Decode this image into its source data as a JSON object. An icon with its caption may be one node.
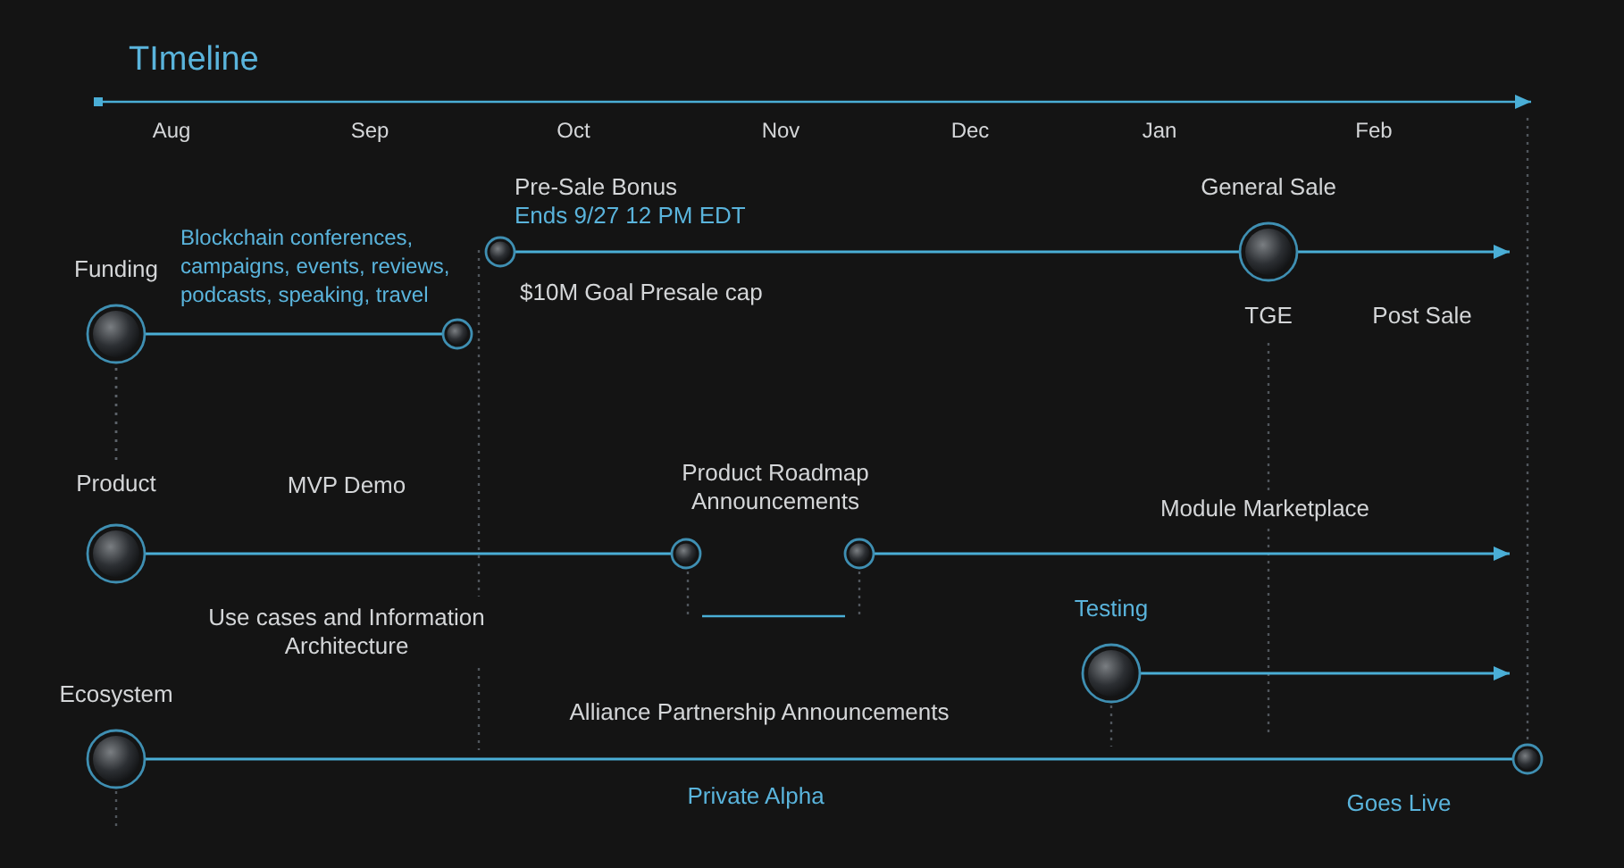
{
  "diagram": {
    "title": "TImeline",
    "nodes": [
      {
        "text": [
          "Funding"
        ]
      },
      {
        "text": [],
        "shape": "circle"
      },
      {
        "text": [
          "Pre-Sale Bonus",
          "Ends 9/27 12 PM EDT"
        ]
      },
      {
        "text": [
          "General Sale"
        ],
        "beside": [
          "TGE"
        ]
      },
      {
        "text": [
          "Product"
        ]
      },
      {
        "text": [],
        "shape": "circle"
      },
      {
        "text": [],
        "shape": "circle"
      },
      {
        "text": [
          "Testing"
        ]
      },
      {
        "text": [
          "Ecosystem"
        ]
      },
      {
        "text": [
          "Goes Live"
        ]
      }
    ],
    "edges": [
      {
        "from": 0,
        "to": 1,
        "arrow": "none",
        "label": "Blockchain conferences, campaigns, events, reviews, podcasts, speaking, travel"
      },
      {
        "from": 2,
        "to": 3,
        "arrow": "none",
        "label": "$10M Goal Presale cap"
      },
      {
        "from": 3,
        "to": null,
        "arrow": "to",
        "label": "Post Sale"
      },
      {
        "from": 0,
        "to": 4,
        "arrow": "none",
        "style": "dashed",
        "color": "#5b6168"
      },
      {
        "from": 4,
        "to": 5,
        "arrow": "none",
        "label": "MVP Demo"
      },
      {
        "from": 6,
        "to": null,
        "arrow": "to",
        "label": "Module Marketplace"
      },
      {
        "from": 7,
        "to": null,
        "arrow": "to"
      },
      {
        "from": 8,
        "to": 9,
        "arrow": "none",
        "label": "Alliance Partnership Announcements"
      }
    ],
    "labels": [
      "Aug",
      "Sep",
      "Oct",
      "Nov",
      "Dec",
      "Jan",
      "Feb",
      "Product Roadmap Announcements",
      "Use cases and Information Architecture",
      "Private Alpha"
    ]
  }
}
